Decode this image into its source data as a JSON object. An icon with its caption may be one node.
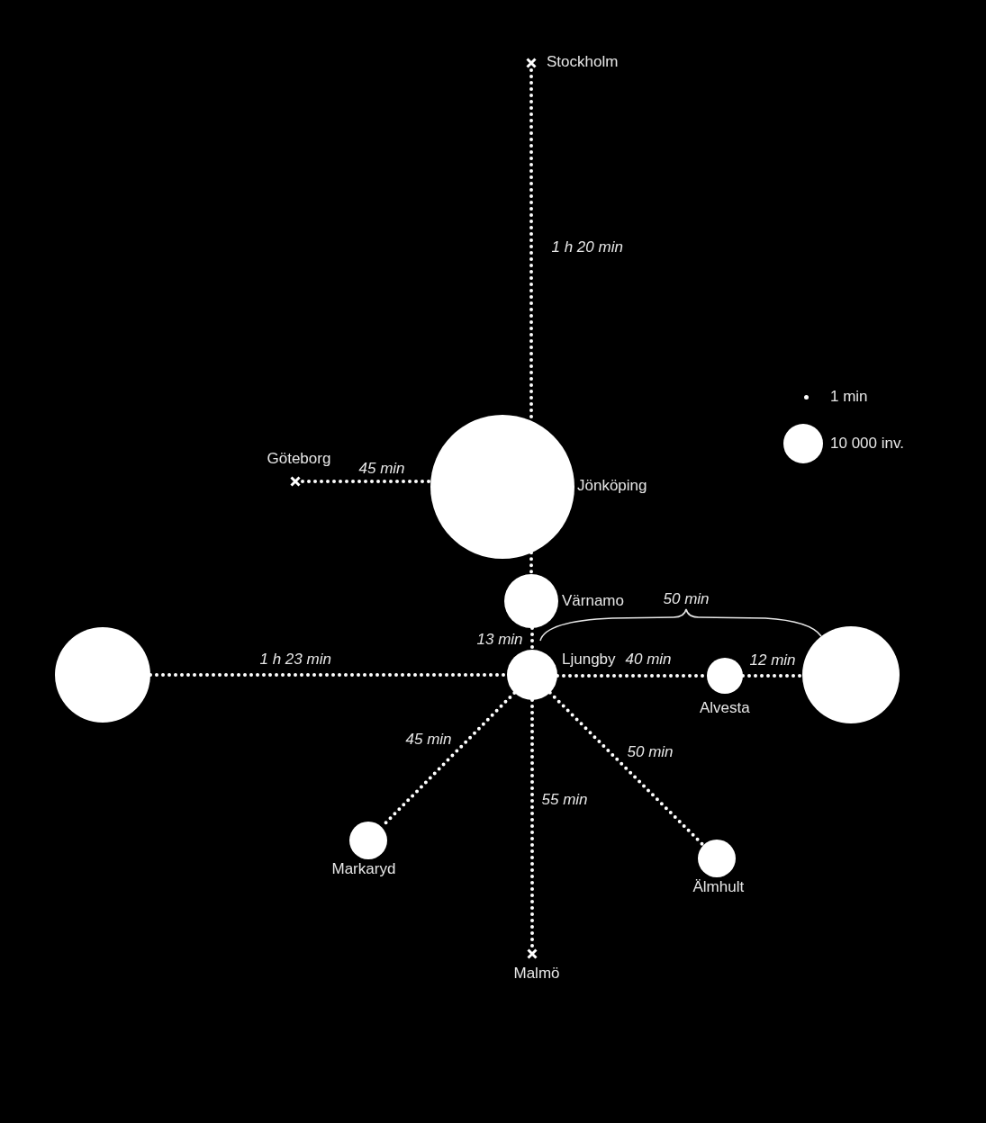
{
  "diagram": {
    "nodes": [
      {
        "text": [
          "Stockholm"
        ]
      },
      {
        "text": [
          "Göteborg"
        ]
      },
      {
        "text": [
          "Jönköping"
        ]
      },
      {
        "text": [
          "Värnamo"
        ]
      },
      {
        "text": [],
        "shape": "circle"
      },
      {
        "text": [
          "Ljungby"
        ]
      },
      {
        "text": [
          "Alvesta"
        ]
      },
      {
        "text": [],
        "shape": "circle"
      },
      {
        "text": [
          "Markaryd"
        ]
      },
      {
        "text": [
          "Älmhult"
        ]
      },
      {
        "text": [
          "Malmö"
        ]
      }
    ],
    "edges": [
      {
        "from": 0,
        "to": 2,
        "arrow": "none",
        "label": "1 h 20 min"
      },
      {
        "from": 1,
        "to": 2,
        "arrow": "none",
        "label": "45 min"
      },
      {
        "from": 2,
        "to": 3,
        "arrow": "none"
      },
      {
        "from": 3,
        "to": 5,
        "arrow": "none",
        "label": "13 min"
      },
      {
        "from": 4,
        "to": 5,
        "arrow": "none",
        "label": "1 h 23 min"
      },
      {
        "from": 5,
        "to": 6,
        "arrow": "none",
        "label": "40 min"
      },
      {
        "from": 6,
        "to": 7,
        "arrow": "none",
        "label": "12 min"
      },
      {
        "from": 5,
        "to": 8,
        "arrow": "none",
        "label": "45 min"
      },
      {
        "from": 5,
        "to": 10,
        "arrow": "none",
        "label": "55 min"
      },
      {
        "from": 5,
        "to": 9,
        "arrow": "none",
        "label": "50 min"
      }
    ],
    "labels": [
      "50 min"
    ],
    "legend": [
      {
        "text": "1 min"
      },
      {
        "text": "10 000 inv."
      }
    ]
  }
}
